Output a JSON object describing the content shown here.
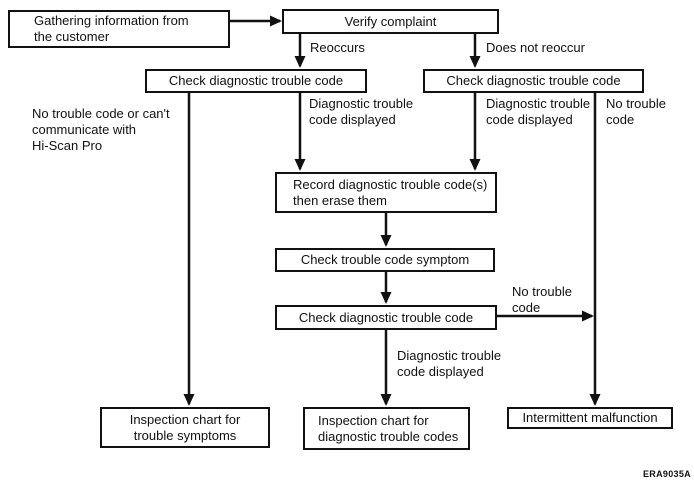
{
  "flowchart": {
    "boxes": {
      "gathering": {
        "lines": [
          "Gathering information from",
          "the customer"
        ]
      },
      "verify": {
        "label": "Verify complaint"
      },
      "check_left": {
        "label": "Check diagnostic trouble code"
      },
      "check_right": {
        "label": "Check diagnostic trouble code"
      },
      "record": {
        "lines": [
          "Record diagnostic trouble code(s)",
          "then erase them"
        ]
      },
      "symptom": {
        "label": "Check trouble code symptom"
      },
      "check_bottom": {
        "label": "Check diagnostic trouble code"
      },
      "inspect_symptoms": {
        "lines": [
          "Inspection chart for",
          "trouble symptoms"
        ]
      },
      "inspect_dtc": {
        "lines": [
          "Inspection chart for",
          "diagnostic trouble codes"
        ]
      },
      "intermittent": {
        "label": "Intermittent malfunction"
      }
    },
    "labels": {
      "reoccurs": "Reoccurs",
      "does_not_reoccur": "Does not reoccur",
      "dtc_displayed_left": {
        "lines": [
          "Diagnostic trouble",
          "code displayed"
        ]
      },
      "dtc_displayed_right": {
        "lines": [
          "Diagnostic trouble",
          "code displayed"
        ]
      },
      "no_trouble_right": {
        "lines": [
          "No trouble",
          "code"
        ]
      },
      "no_code_hiscan": {
        "lines": [
          "No trouble code or can't",
          "communicate with",
          "Hi-Scan Pro"
        ]
      },
      "no_trouble_mid": {
        "lines": [
          "No trouble",
          "code"
        ]
      },
      "dtc_displayed_bottom": {
        "lines": [
          "Diagnostic trouble",
          "code displayed"
        ]
      }
    },
    "drawing_number": "ERA9035A",
    "colors": {
      "ink": "#111111",
      "paper": "#ffffff"
    }
  }
}
